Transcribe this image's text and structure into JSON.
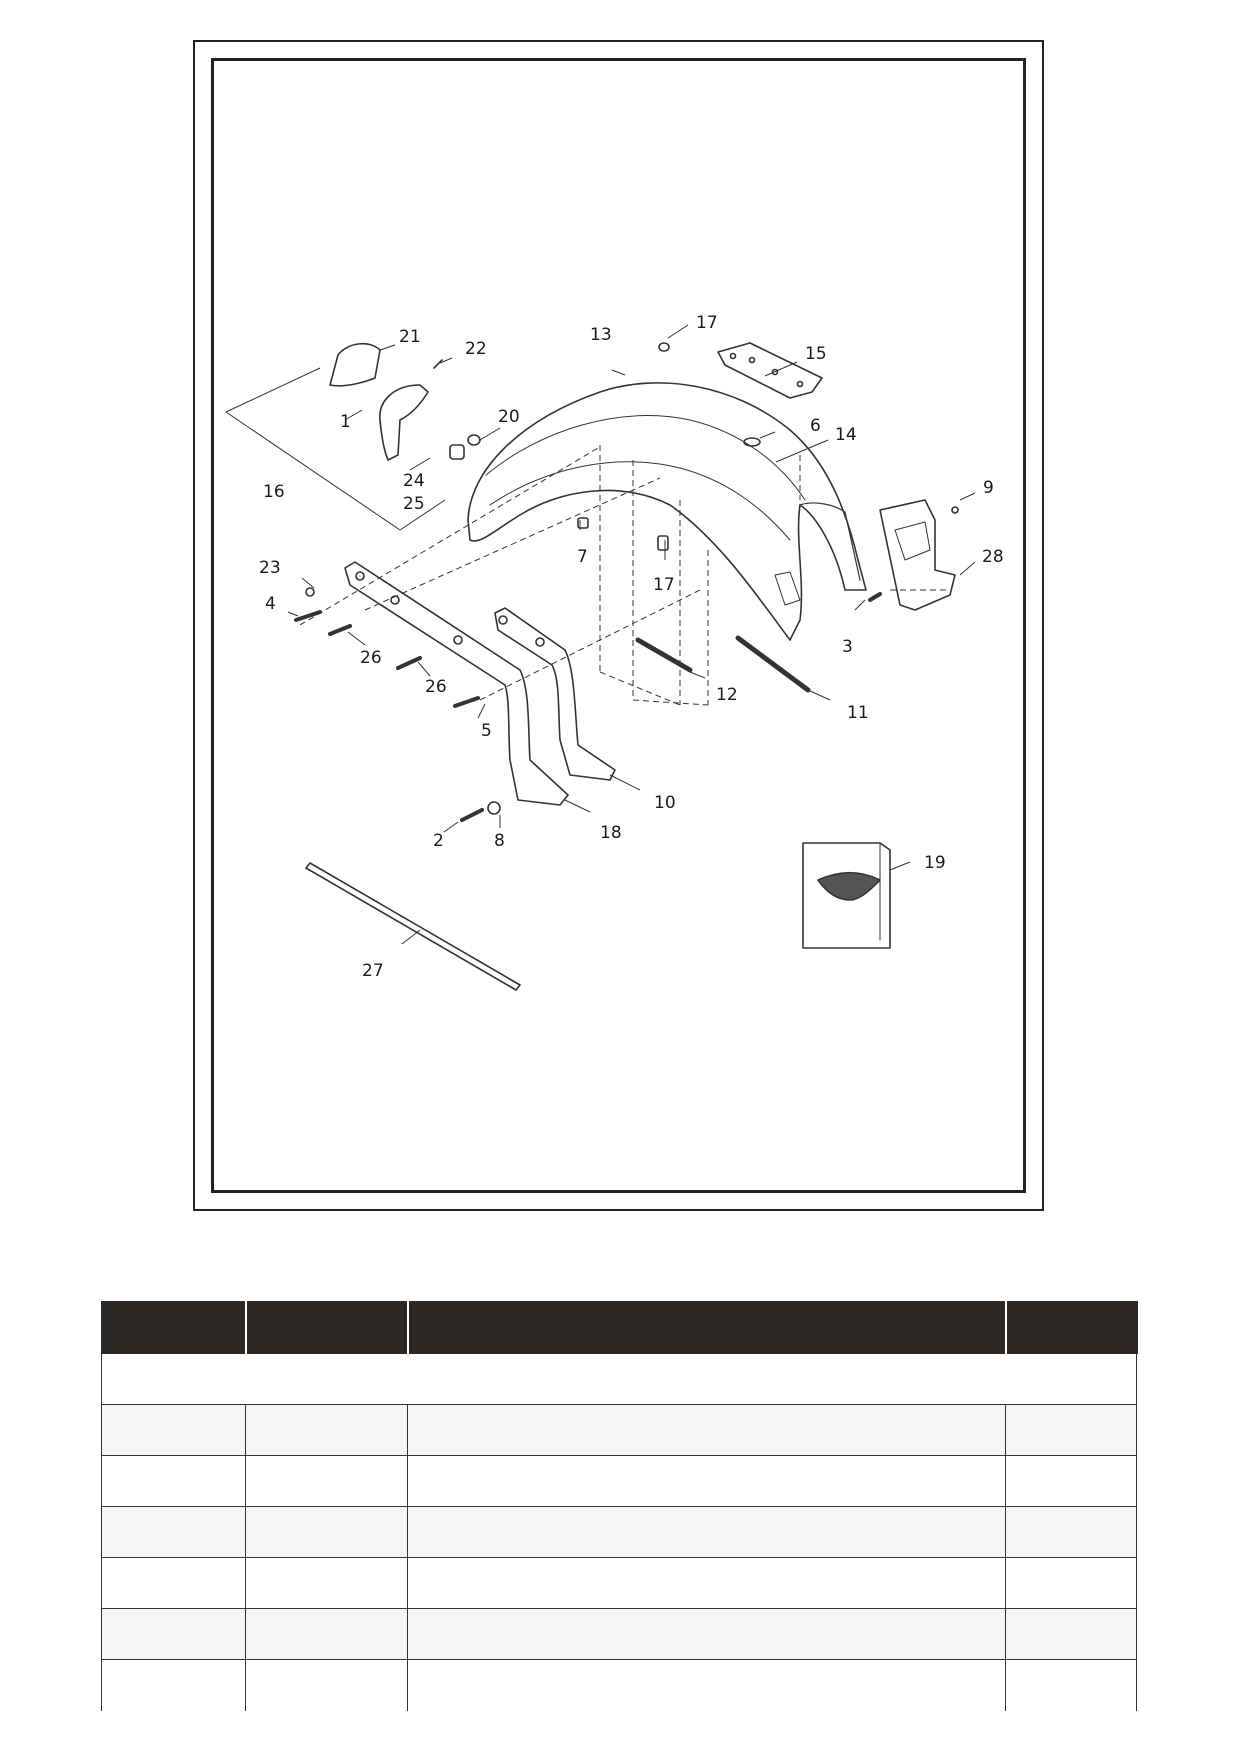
{
  "figure": {
    "callouts": [
      "1",
      "2",
      "3",
      "4",
      "5",
      "6",
      "7",
      "8",
      "9",
      "10",
      "11",
      "12",
      "13",
      "14",
      "15",
      "16",
      "17",
      "17",
      "18",
      "19",
      "20",
      "21",
      "22",
      "23",
      "24",
      "25",
      "26",
      "26",
      "27",
      "28"
    ]
  },
  "parts_table": {
    "columns": [
      "",
      "",
      "",
      ""
    ],
    "section_label": "",
    "rows": [
      {
        "cells": [
          "",
          "",
          "",
          ""
        ]
      },
      {
        "cells": [
          "",
          "",
          "",
          ""
        ]
      },
      {
        "cells": [
          "",
          "",
          "",
          ""
        ]
      },
      {
        "cells": [
          "",
          "",
          "",
          ""
        ]
      },
      {
        "cells": [
          "",
          "",
          "",
          ""
        ]
      },
      {
        "cells": [
          "",
          "",
          "",
          ""
        ]
      }
    ]
  },
  "colors": {
    "header_bg": "#2b2825",
    "alt_row_bg": "#f5f5f5",
    "line": "#222222"
  }
}
